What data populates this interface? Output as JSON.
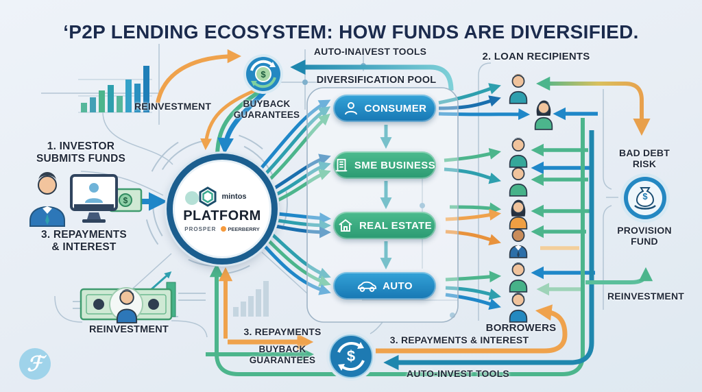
{
  "title": "‘P2P LENDING ECOSYSTEM: HOW FUNDS ARE DIVERSIFIED.",
  "colors": {
    "background": "#e9eff5",
    "navy_text": "#1b2b4d",
    "label_text": "#212a3a",
    "blue": "#1f87c8",
    "dark_blue": "#1a6fae",
    "teal": "#2e9fae",
    "green": "#4cb58c",
    "orange": "#efa24c",
    "dark_orange": "#e8923c",
    "pill_blue": "#1777b3",
    "pill_green": "#2b9a72"
  },
  "top": {
    "auto_invest_label": "AUTO-INAIVEST TOOLS",
    "diversification_pool_label": "DIVERSIFICATION POOL",
    "loan_recipients_label": "2. LOAN RECIPIENTS",
    "buyback_label": "BUYBACK\nGUARANTEES"
  },
  "left": {
    "reinvestment_top_label": "REINVESTMENT",
    "investor_label": "1. INVESTOR\nSUBMITS FUNDS",
    "repayments_label": "3. REPAYMENTS\n& INTEREST",
    "reinvestment_bottom_label": "REINVESTMENT"
  },
  "platform": {
    "name": "PLATFORM",
    "brand_mintos": "mintos",
    "brand_prosper": "PROSPER",
    "brand_peerberry": "PEERBERRY"
  },
  "pool": {
    "categories": [
      {
        "label": "CONSUMER",
        "icon": "person-icon",
        "color": "blue"
      },
      {
        "label": "SME BUSINESS",
        "icon": "building-icon",
        "color": "green"
      },
      {
        "label": "REAL ESTATE",
        "icon": "house-icon",
        "color": "green"
      },
      {
        "label": "AUTO",
        "icon": "car-icon",
        "color": "blue"
      }
    ]
  },
  "right": {
    "bad_debt_label": "BAD DEBT\nRISK",
    "provision_fund_label": "PROVISION\nFUND",
    "reinvestment_label": "REINVESTMENT",
    "borrowers_label": "BORROWERS"
  },
  "bottom": {
    "repayments_label": "3. REPAYMENTS",
    "buyback_label": "BUYBACK\nGUARANTEES",
    "repayments_interest_label": "3. REPAYMENTS & INTEREST",
    "auto_invest_label": "AUTO-INVEST TOOLS"
  }
}
